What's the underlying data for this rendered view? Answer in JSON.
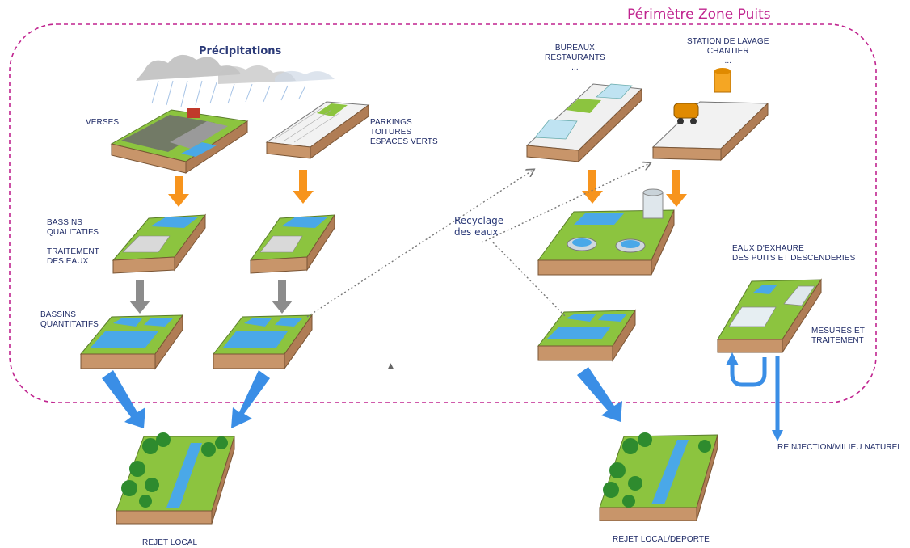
{
  "perimeter": {
    "title": "Périmètre Zone Puits",
    "color": "#c0248f"
  },
  "precipitations": {
    "label": "Précipitations"
  },
  "labels": {
    "verses": "VERSES",
    "parkings": [
      "PARKINGS",
      "TOITURES",
      "ESPACES VERTS"
    ],
    "bassins_qualitatifs": [
      "BASSINS",
      "QUALITATIFS"
    ],
    "traitement_eaux": [
      "TRAITEMENT",
      "DES EAUX"
    ],
    "bassins_quantitatifs": [
      "BASSINS",
      "QUANTITATIFS"
    ],
    "bureaux": [
      "BUREAUX",
      "RESTAURANTS",
      "..."
    ],
    "station_lavage": [
      "STATION DE LAVAGE",
      "CHANTIER",
      "..."
    ],
    "recyclage": [
      "Recyclage",
      "des eaux"
    ],
    "eaux_exhaure": [
      "EAUX D'EXHAURE",
      "DES PUITS ET DESCENDERIES"
    ],
    "mesures": [
      "MESURES ET",
      "TRAITEMENT"
    ],
    "reinjection": "REINJECTION/MILIEU NATUREL",
    "rejet_local": "REJET LOCAL",
    "rejet_deporte": "REJET LOCAL/DEPORTE"
  },
  "colors": {
    "orange_arrow": "#f7941d",
    "grey_arrow": "#8c8c8c",
    "blue_arrow": "#3a8ee6",
    "water": "#4aa8e8",
    "grass": "#7cbf3a",
    "soil": "#c8956a",
    "text": "#1e2a66"
  }
}
